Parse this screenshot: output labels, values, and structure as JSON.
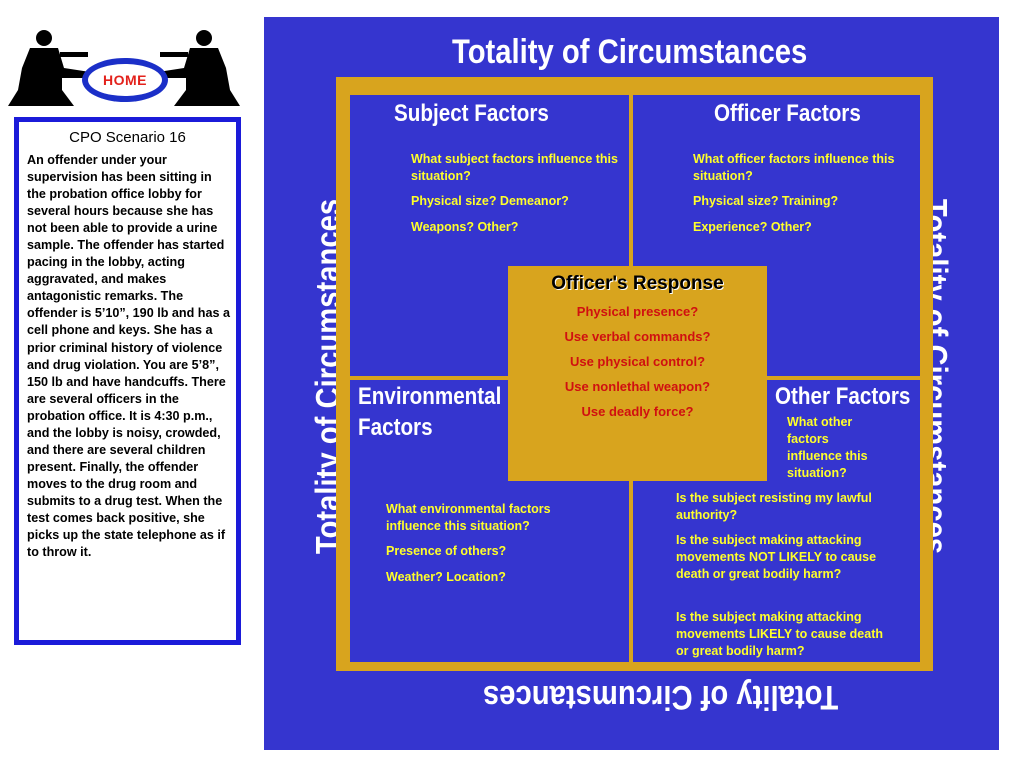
{
  "header": {
    "home_label": "HOME"
  },
  "scenario": {
    "title": "CPO Scenario 16",
    "text": "An offender under your supervision has been sitting in the probation office lobby for several hours because she has not been able to provide a urine sample. The offender has started pacing in the lobby, acting aggravated, and makes antagonistic remarks. The offender is 5’10”, 190 lb and has a cell phone and keys. She has a prior criminal history of violence and drug violation. You are 5’8”, 150 lb and have handcuffs. There are several officers in the probation office. It is 4:30 p.m., and the lobby is noisy, crowded, and there are several children present. Finally, the offender moves to the drug room and submits to a drug test. When the test comes back positive, she picks up the state telephone as if to throw it."
  },
  "diagram": {
    "frame_title": "Totality of Circumstances",
    "subject": {
      "heading": "Subject Factors",
      "lines": [
        "What subject factors influence this situation?",
        "Physical size? Demeanor?",
        "Weapons? Other?"
      ]
    },
    "officer": {
      "heading": "Officer Factors",
      "lines": [
        "What officer factors influence this situation?",
        "Physical size? Training?",
        "Experience? Other?"
      ]
    },
    "environmental": {
      "heading_1": "Environmental",
      "heading_2": "Factors",
      "lines": [
        "What environmental factors influence this situation?",
        "Presence of others?",
        "Weather? Location?"
      ]
    },
    "other": {
      "heading": "Other Factors",
      "intro": "What other factors influence this situation?",
      "lines": [
        "Is the subject resisting my lawful authority?",
        "Is the subject making attacking movements NOT LIKELY to cause death or great bodily harm?",
        "Is the subject making attacking movements LIKELY to cause death or great bodily harm?"
      ]
    },
    "response": {
      "title": "Officer's Response",
      "options": [
        "Physical presence?",
        "Use verbal commands?",
        "Use physical control?",
        "Use nonlethal weapon?",
        "Use deadly force?"
      ]
    }
  },
  "colors": {
    "diagram_blue": "#3535cf",
    "frame_gold": "#d8a41e",
    "question_yellow": "#ffff2a",
    "response_red": "#d01010",
    "panel_border": "#1b1bd9",
    "home_red": "#e3211b"
  }
}
